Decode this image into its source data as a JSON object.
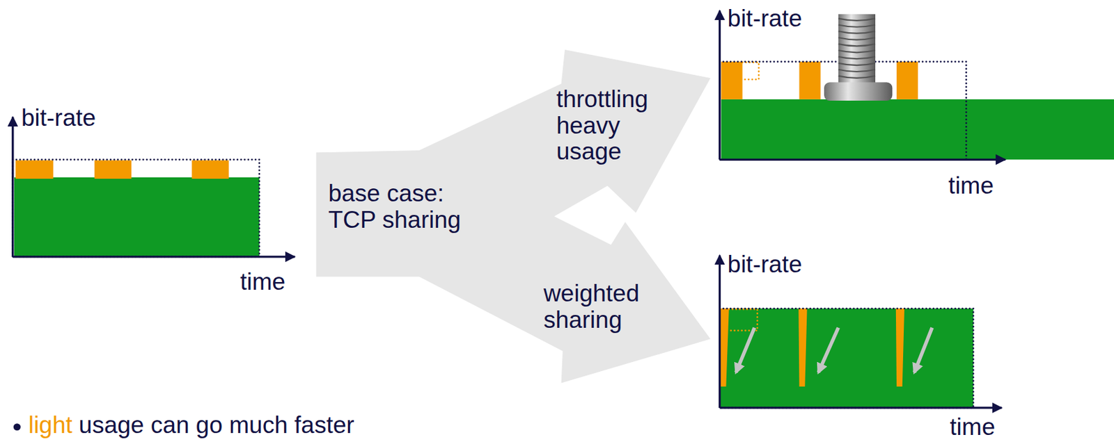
{
  "diagram": {
    "nodes": [
      {
        "text": [
          "base case: TCP sharing"
        ]
      },
      {
        "text": [
          "throttling heavy usage"
        ]
      },
      {
        "text": [
          "weighted sharing"
        ]
      }
    ],
    "labels": [
      "bit-rate",
      "time",
      "bit-rate",
      "time",
      "bit-rate",
      "time",
      "light",
      "usage can go much faster"
    ]
  }
}
